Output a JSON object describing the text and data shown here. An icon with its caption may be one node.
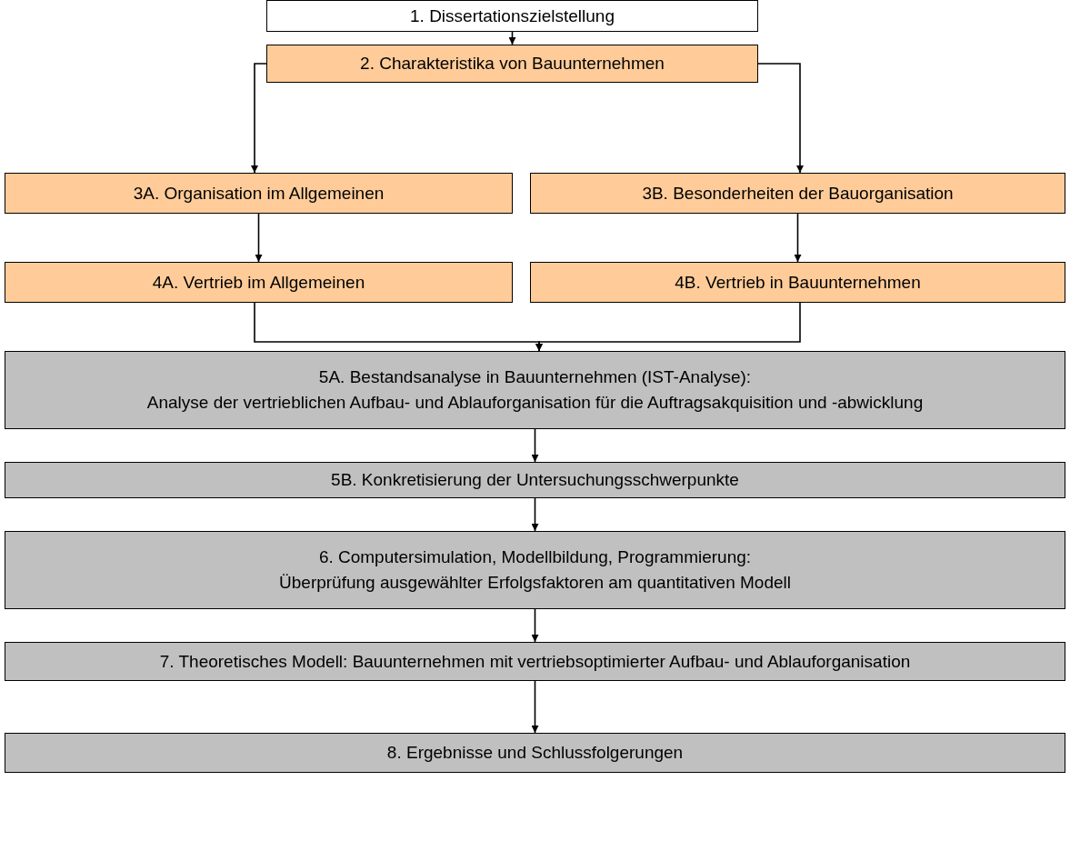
{
  "diagram": {
    "nodes": [
      {
        "text": [
          "1. Dissertationszielstellung"
        ]
      },
      {
        "text": [
          "2. Charakteristika von Bauunternehmen"
        ]
      },
      {
        "text": [
          "3A. Organisation im Allgemeinen"
        ]
      },
      {
        "text": [
          "3B. Besonderheiten der Bauorganisation"
        ]
      },
      {
        "text": [
          "4A. Vertrieb im Allgemeinen"
        ]
      },
      {
        "text": [
          "4B. Vertrieb in Bauunternehmen"
        ]
      },
      {
        "text": [
          "5A. Bestandsanalyse in Bauunternehmen (IST-Analyse):",
          "Analyse der vertrieblichen Aufbau- und Ablauforganisation für die Auftragsakquisition und -abwicklung"
        ]
      },
      {
        "text": [
          "5B. Konkretisierung der Untersuchungsschwerpunkte"
        ]
      },
      {
        "text": [
          "6. Computersimulation, Modellbildung, Programmierung:",
          "Überprüfung ausgewählter Erfolgsfaktoren am quantitativen Modell"
        ]
      },
      {
        "text": [
          "7. Theoretisches Modell: Bauunternehmen mit vertriebsoptimierter Aufbau- und Ablauforganisation"
        ]
      },
      {
        "text": [
          "8. Ergebnisse und Schlussfolgerungen"
        ]
      }
    ],
    "edges": [
      {
        "from": 0,
        "to": 1,
        "arrow": "to"
      },
      {
        "from": 1,
        "to": 2,
        "arrow": "to"
      },
      {
        "from": 1,
        "to": 3,
        "arrow": "to"
      },
      {
        "from": 2,
        "to": 4,
        "arrow": "to"
      },
      {
        "from": 3,
        "to": 5,
        "arrow": "to"
      },
      {
        "from": 4,
        "to": 6,
        "arrow": "to"
      },
      {
        "from": 5,
        "to": 6,
        "arrow": "to"
      },
      {
        "from": 6,
        "to": 7,
        "arrow": "to"
      },
      {
        "from": 7,
        "to": 8,
        "arrow": "to"
      },
      {
        "from": 8,
        "to": 9,
        "arrow": "to"
      },
      {
        "from": 9,
        "to": 10,
        "arrow": "to"
      }
    ]
  }
}
